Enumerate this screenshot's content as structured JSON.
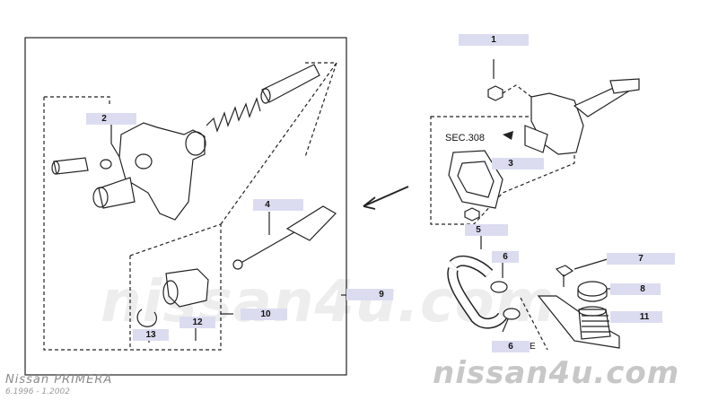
{
  "diagram": {
    "callouts": [
      "1",
      "2",
      "3",
      "4",
      "5",
      "6",
      "6",
      "7",
      "8",
      "9",
      "10",
      "11",
      "12",
      "13"
    ],
    "section_ref": "SEC.308",
    "letter_e": "E"
  },
  "footer": {
    "model": "Nissan PRIMERA",
    "period": "6.1996 - 1.2002",
    "watermark": "nissan4u.com",
    "watermark_large": "nissan4u.com"
  },
  "colors": {
    "line": "#222222",
    "label_bg": "#dcdcf0",
    "watermark": "#e6e6e6"
  }
}
